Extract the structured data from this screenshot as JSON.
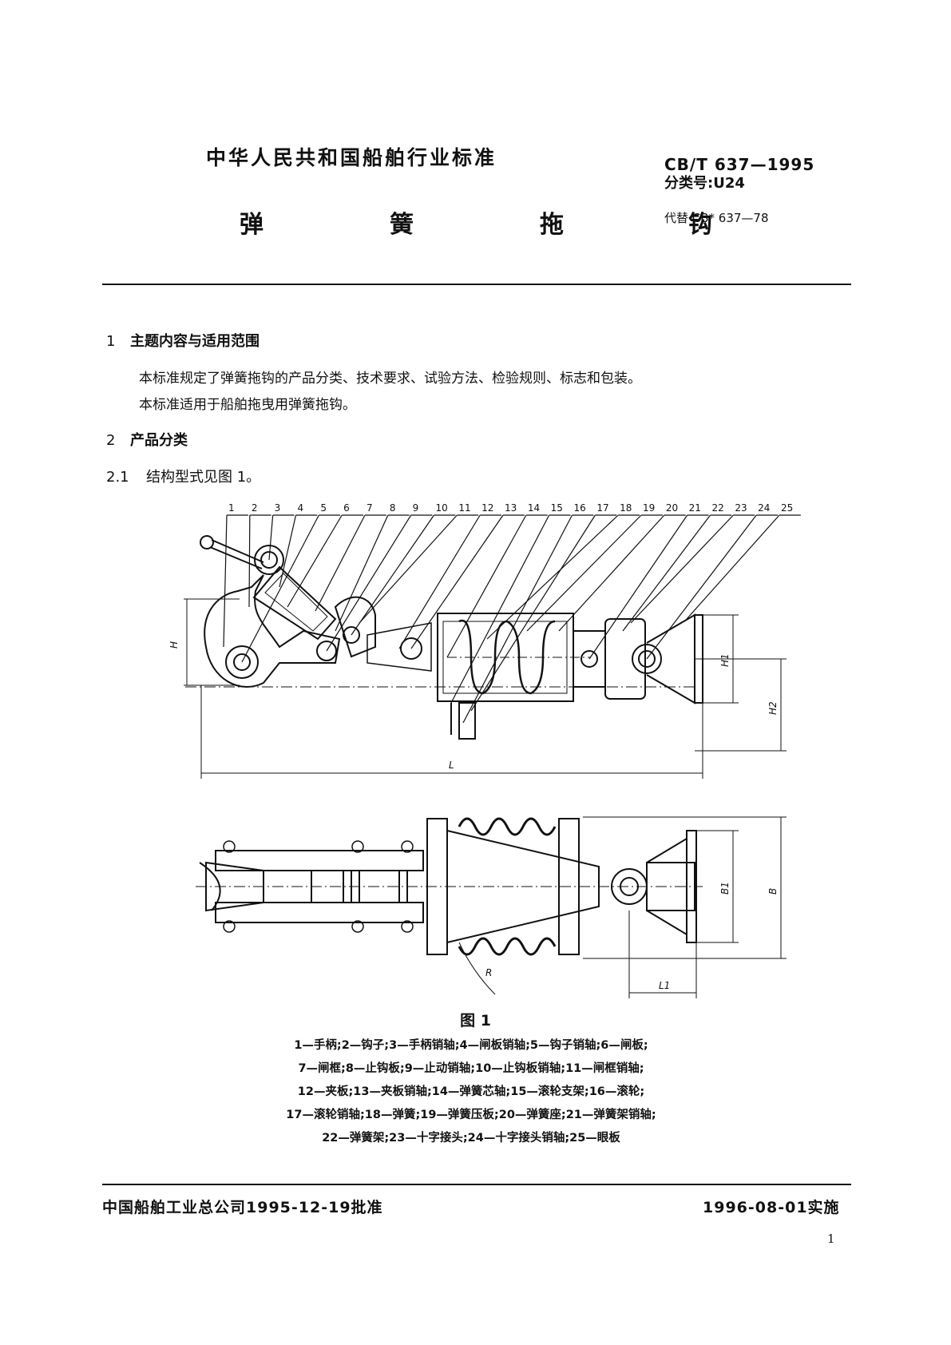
{
  "header": {
    "organization": "中华人民共和国船舶行业标准",
    "title_chars": [
      "弹",
      "簧",
      "拖",
      "钩"
    ],
    "standard_code": "CB/T 637—1995",
    "classification": "分类号:U24",
    "replaces": "代替 CB* 637—78"
  },
  "sections": [
    {
      "number": "1",
      "heading": "主题内容与适用范围",
      "paragraphs": [
        "本标准规定了弹簧拖钩的产品分类、技术要求、试验方法、检验规则、标志和包装。",
        "本标准适用于船舶拖曳用弹簧拖钩。"
      ]
    },
    {
      "number": "2",
      "heading": "产品分类"
    }
  ],
  "subsection": {
    "number": "2.1",
    "text": "结构型式见图 1。"
  },
  "figure": {
    "callouts": [
      "1",
      "2",
      "3",
      "4",
      "5",
      "6",
      "7",
      "8",
      "9",
      "10",
      "11",
      "12",
      "13",
      "14",
      "15",
      "16",
      "17",
      "18",
      "19",
      "20",
      "21",
      "22",
      "23",
      "24",
      "25"
    ],
    "dims": {
      "H": "H",
      "H1": "H1",
      "H2": "H2",
      "L": "L",
      "B": "B",
      "B1": "B1",
      "R": "R",
      "L1": "L1"
    },
    "caption": "图 1",
    "legend_lines": [
      "1—手柄;2—钩子;3—手柄销轴;4—闸板销轴;5—钩子销轴;6—闸板;",
      "7—闸框;8—止钩板;9—止动销轴;10—止钩板销轴;11—闸框销轴;",
      "12—夹板;13—夹板销轴;14—弹簧芯轴;15—滚轮支架;16—滚轮;",
      "17—滚轮销轴;18—弹簧;19—弹簧压板;20—弹簧座;21—弹簧架销轴;",
      "22—弹簧架;23—十字接头;24—十字接头销轴;25—眼板"
    ]
  },
  "footer": {
    "approval": "中国船舶工业总公司1995-12-19批准",
    "implementation": "1996-08-01实施",
    "page_number": "1"
  }
}
